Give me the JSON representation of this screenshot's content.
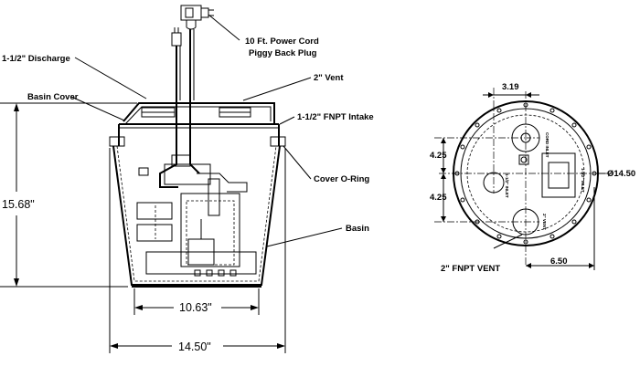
{
  "labels": {
    "power_cord_line1": "10 Ft. Power Cord",
    "power_cord_line2": "Piggy Back Plug",
    "discharge": "1-1/2\" Discharge",
    "vent": "2\" Vent",
    "basin_cover": "Basin Cover",
    "fnpt_intake": "1-1/2\" FNPT Intake",
    "cover_oring": "Cover O-Ring",
    "basin": "Basin",
    "fnpt_vent": "2\" FNPT VENT"
  },
  "side_dimensions": {
    "height": "15.68\"",
    "bottom_width": "10.63\"",
    "top_width": "14.50\""
  },
  "top_dimensions": {
    "offset_top": "3.19",
    "upper": "4.25",
    "lower": "4.25",
    "diameter": "Ø14.50",
    "offset_bottom": "6.50"
  },
  "port_labels": {
    "cord_inlet": "CORD INLET",
    "inlet_left": "1-1/2\" INLET",
    "inlet_right": "1-1/2\" INLET",
    "vent": "2\" VENT"
  }
}
